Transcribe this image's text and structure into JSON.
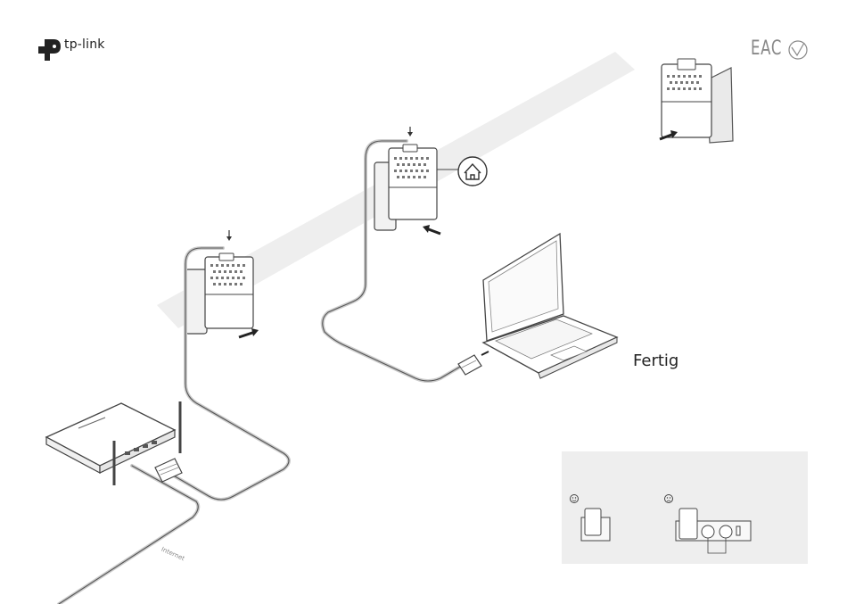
{
  "logo": {
    "brand": "tp-link"
  },
  "status": {
    "done_text": "Fertig"
  },
  "certifications": {
    "eac": "EAC"
  },
  "router": {
    "port_label": "Internet"
  },
  "tip_panel": {
    "good_icon": "smiley-happy-icon",
    "bad_icon": "smiley-sad-icon"
  },
  "colors": {
    "stripe": "#eeeeee",
    "line": "#555555",
    "panel": "#eeeeee",
    "cable": "#cccccc"
  }
}
